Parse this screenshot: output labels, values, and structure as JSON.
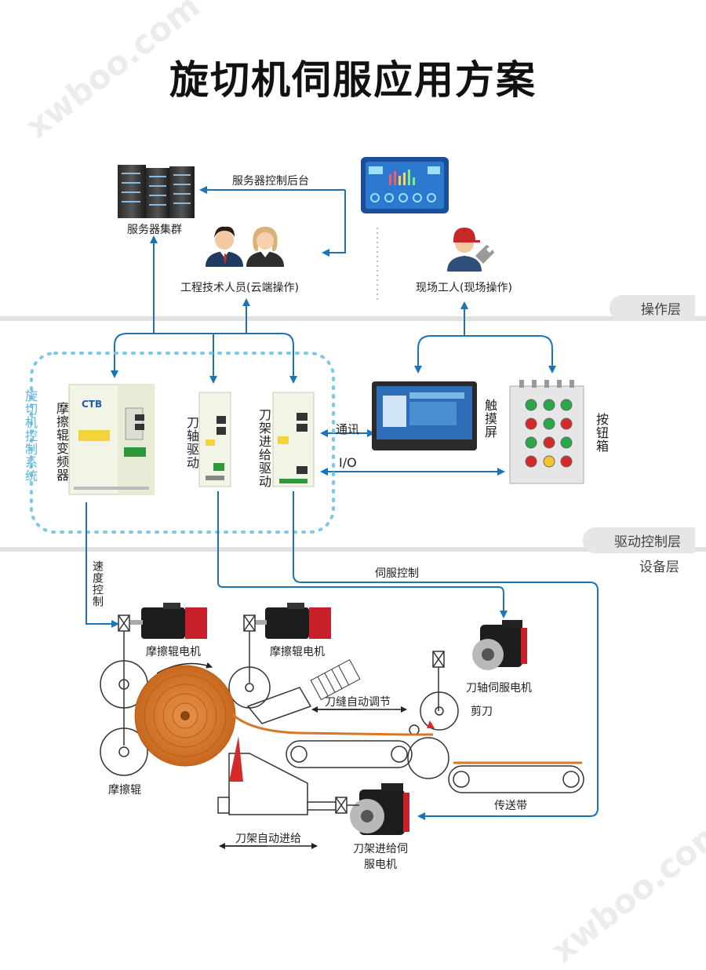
{
  "title": "旋切机伺服应用方案",
  "watermark": "xwboo.com",
  "layers": {
    "operation": "操作层",
    "drive": "驱动控制层",
    "device": "设备层"
  },
  "top": {
    "server_cluster": "服务器集群",
    "server_backend": "服务器控制后台",
    "engineers": "工程技术人员(云端操作)",
    "field_worker": "现场工人(现场操作)"
  },
  "control_system_label": "旋切机控制系统",
  "drives": {
    "brand": "CTB",
    "friction_inverter": "摩擦辊变频器",
    "knife_shaft_drive": "刀轴驱动",
    "knife_carriage_drive": "刀架进给驱动"
  },
  "peripherals": {
    "touchscreen": "触摸屏",
    "button_box": "按钮箱",
    "comm": "通讯",
    "io": "I/O"
  },
  "device": {
    "speed_control": "速度控制",
    "servo_control": "伺服控制",
    "friction_motor_1": "摩擦辊电机",
    "friction_motor_2": "摩擦辊电机",
    "knife_gap_adjust": "刀缝自动调节",
    "knife_servo_motor": "刀轴伺服电机",
    "shear": "剪刀",
    "friction_roller": "摩擦辊",
    "conveyor": "传送带",
    "carriage_feed": "刀架自动进给",
    "carriage_motor": "刀架进给伺服电机"
  },
  "colors": {
    "arrow": "#1b74b8",
    "dotted_border": "#7cc8e6",
    "log_orange": "#d6782a",
    "motor_red": "#c8202a",
    "cutter_red": "#d42a2a"
  }
}
